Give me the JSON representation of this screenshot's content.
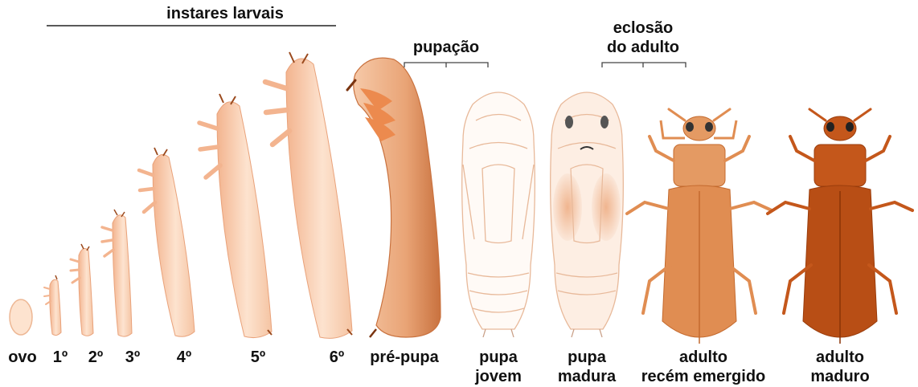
{
  "header": {
    "larval_title": "instares larvais",
    "pupation": "pupação",
    "eclosion_line1": "eclosão",
    "eclosion_line2": "do adulto"
  },
  "stages": [
    {
      "id": "ovo",
      "lines": [
        "ovo"
      ]
    },
    {
      "id": "instar-1",
      "lines": [
        "1º"
      ]
    },
    {
      "id": "instar-2",
      "lines": [
        "2º"
      ]
    },
    {
      "id": "instar-3",
      "lines": [
        "3º"
      ]
    },
    {
      "id": "instar-4",
      "lines": [
        "4º"
      ]
    },
    {
      "id": "instar-5",
      "lines": [
        "5º"
      ]
    },
    {
      "id": "instar-6",
      "lines": [
        "6º"
      ]
    },
    {
      "id": "pre-pupa",
      "lines": [
        "pré-pupa"
      ]
    },
    {
      "id": "pupa-jovem",
      "lines": [
        "pupa",
        "jovem"
      ]
    },
    {
      "id": "pupa-madura",
      "lines": [
        "pupa",
        "madura"
      ]
    },
    {
      "id": "adulto-recem",
      "lines": [
        "adulto",
        "recém emergido"
      ]
    },
    {
      "id": "adulto-maduro",
      "lines": [
        "adulto",
        "maduro"
      ]
    }
  ],
  "colors": {
    "larva_light": "#fde3cf",
    "larva_mid": "#f3b48f",
    "larva_edge": "#e9a27a",
    "prepupa_body": "#e7a274",
    "prepupa_dark": "#c9723f",
    "leg_orange": "#ec8a4e",
    "pupa_outline": "#e8b99a",
    "adult_new": "#e08d52",
    "adult_new_dark": "#c46a2e",
    "adult_mature": "#c4571b",
    "adult_mature_dark": "#9a3d0c",
    "tip_dark": "#9b4a1e",
    "label": "#111111"
  }
}
